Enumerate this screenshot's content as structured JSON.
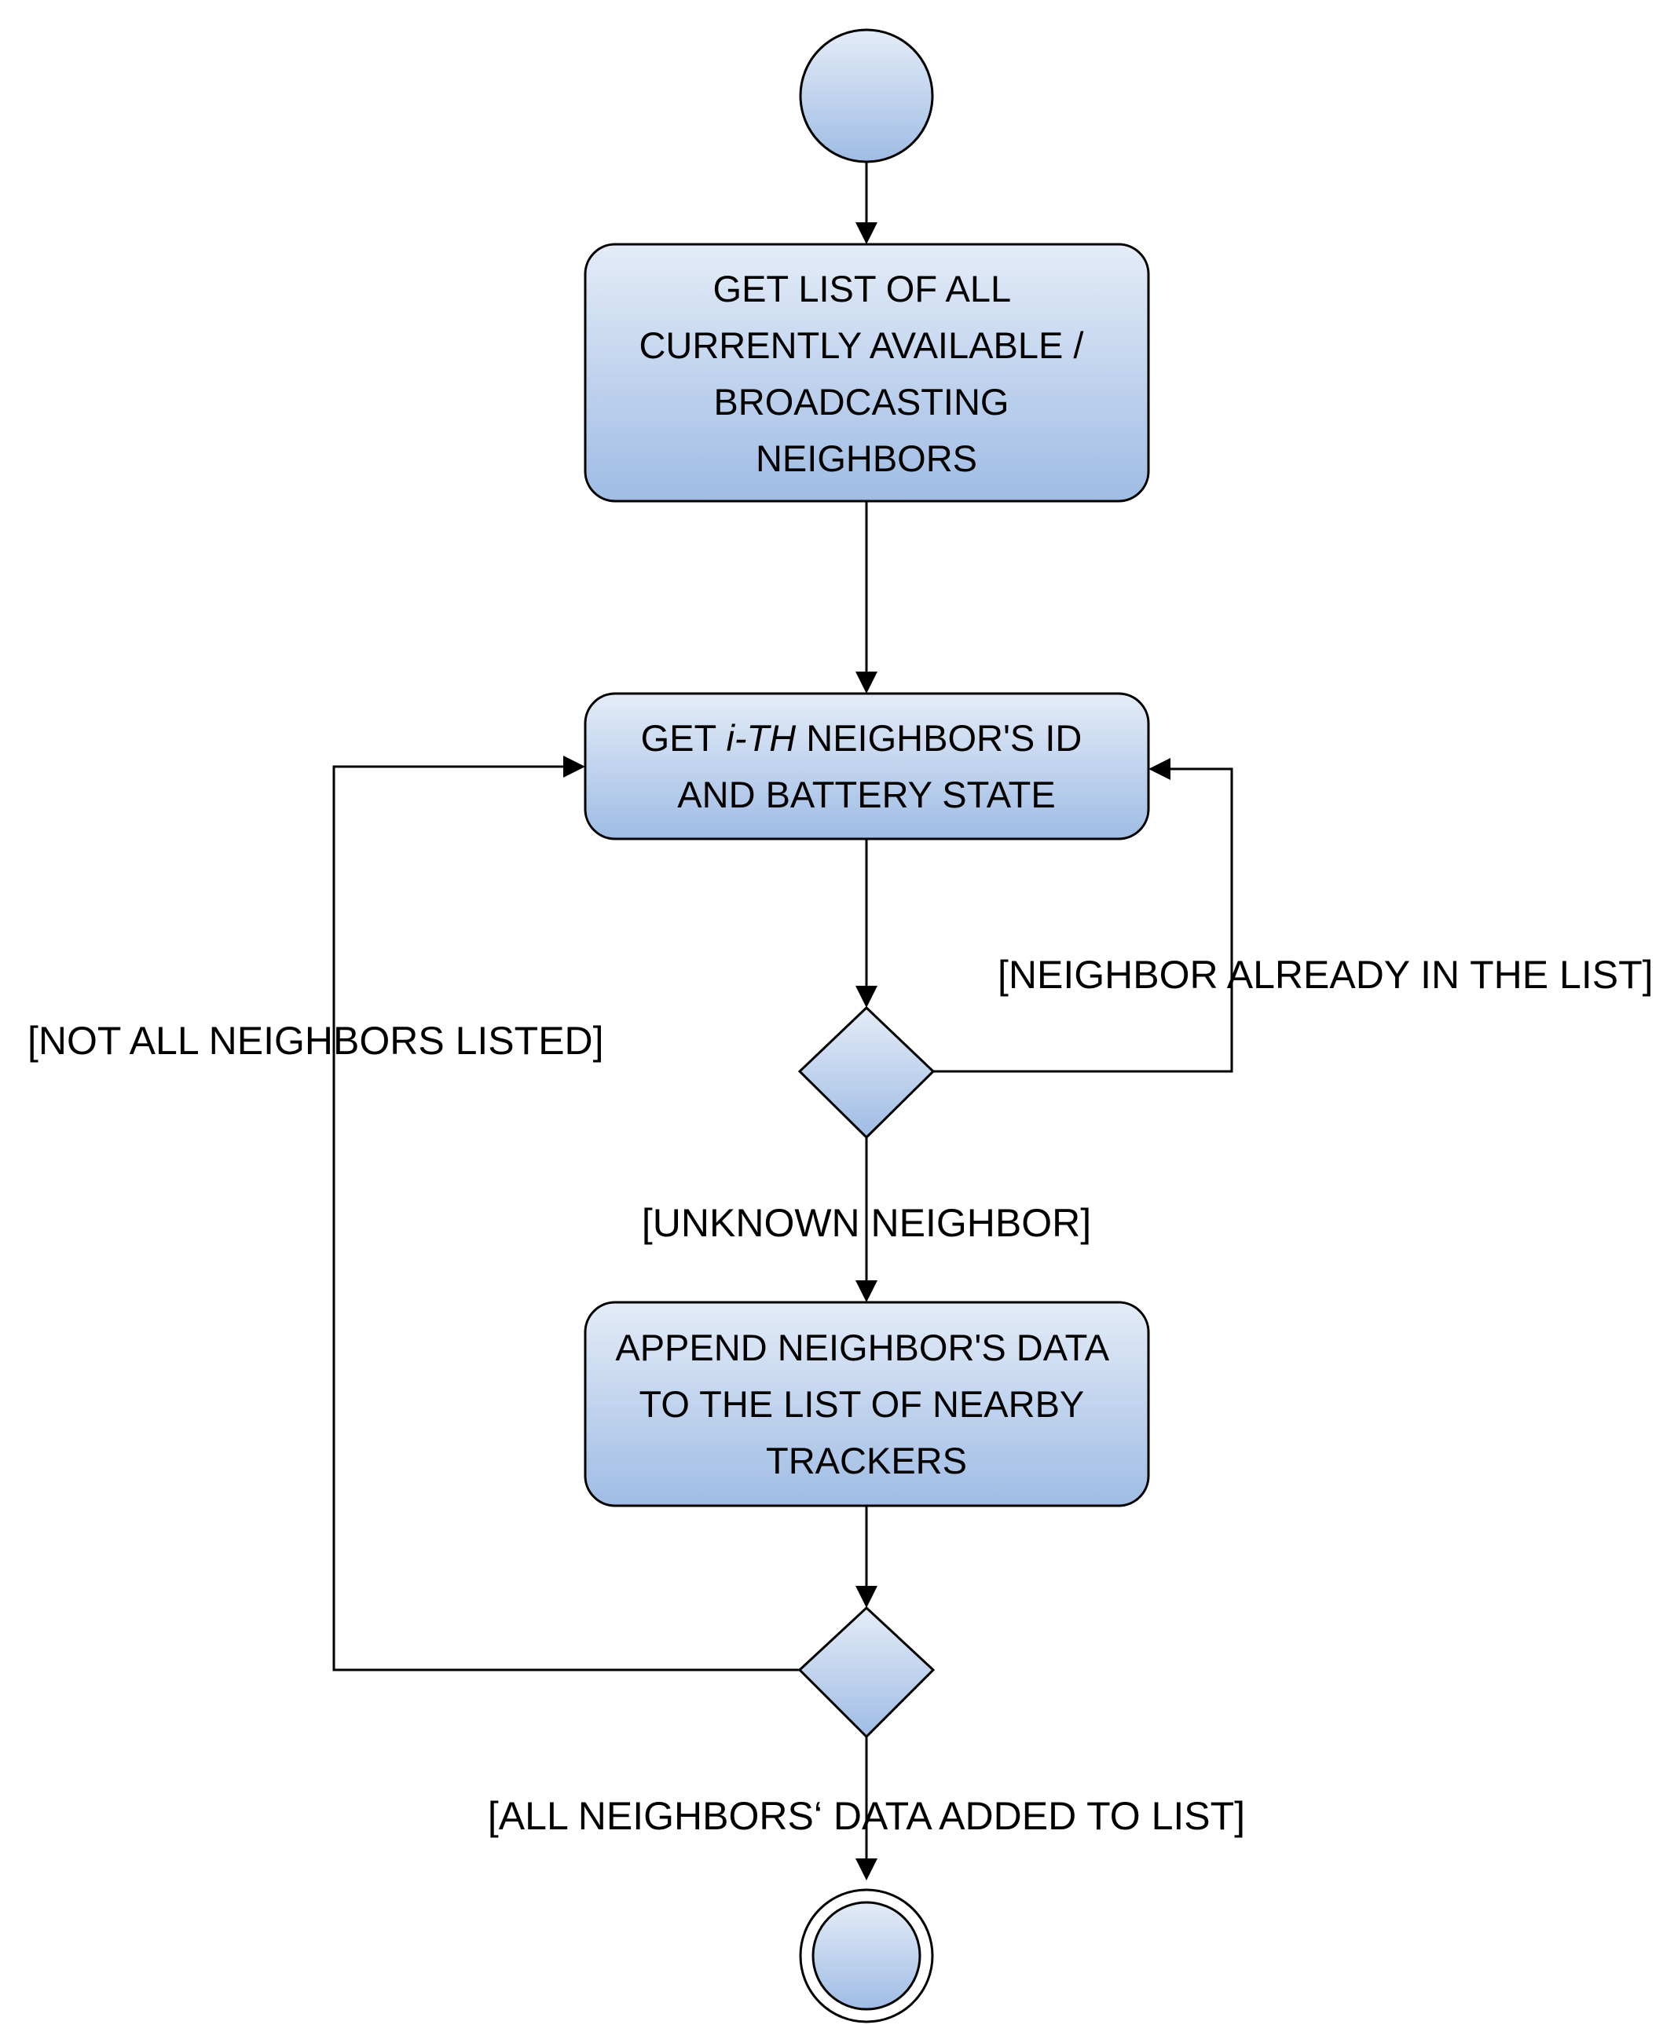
{
  "colors": {
    "fill_top": "#e4ecf8",
    "fill_bottom": "#9fbce4",
    "stroke": "#000000",
    "background": "#ffffff"
  },
  "nodes": {
    "start": {
      "kind": "initial-node"
    },
    "get_list": {
      "kind": "action",
      "lines": [
        "GET LIST OF ALL",
        "CURRENTLY AVAILABLE /",
        "BROADCASTING",
        "NEIGHBORS"
      ]
    },
    "get_neighbor": {
      "kind": "action",
      "line1_prefix": "GET ",
      "line1_italic": "i-TH",
      "line1_suffix": " NEIGHBOR'S ID",
      "line2": "AND BATTERY STATE"
    },
    "decision_known": {
      "kind": "decision"
    },
    "append": {
      "kind": "action",
      "lines": [
        "APPEND NEIGHBOR'S DATA",
        "TO THE LIST OF NEARBY",
        "TRACKERS"
      ]
    },
    "decision_all": {
      "kind": "decision"
    },
    "end": {
      "kind": "final-node"
    }
  },
  "edge_labels": {
    "already_in_list": "[NEIGHBOR ALREADY IN THE LIST]",
    "not_all_listed": "[NOT ALL NEIGHBORS LISTED]",
    "unknown_neighbor": "[UNKNOWN NEIGHBOR]",
    "all_added": "[ALL NEIGHBORS‘ DATA ADDED TO LIST]"
  }
}
